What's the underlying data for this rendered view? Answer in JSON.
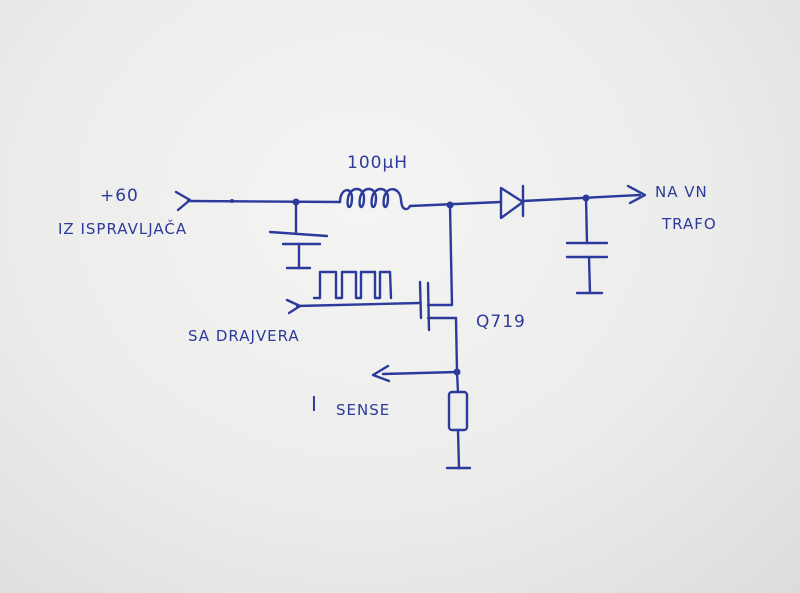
{
  "labels": {
    "input_voltage": "+60",
    "input_source": "IZ ISPRAVLJAČA",
    "inductor_value": "100μH",
    "output_line1": "NA VN",
    "output_line2": "TRAFO",
    "driver_source": "SA DRAJVERA",
    "transistor": "Q719",
    "sense_prefix": "I",
    "sense_word": "SENSE"
  },
  "colors": {
    "ink": "#2c3a9c",
    "paper": "#efefee"
  },
  "icons": {
    "input_arrow": "input-arrow-icon",
    "inductor": "inductor-icon",
    "diode": "diode-icon",
    "output_arrow": "output-arrow-icon",
    "capacitor": "capacitor-icon",
    "mosfet": "mosfet-icon",
    "pulse": "square-wave-icon",
    "resistor": "resistor-icon",
    "ground": "ground-icon"
  }
}
